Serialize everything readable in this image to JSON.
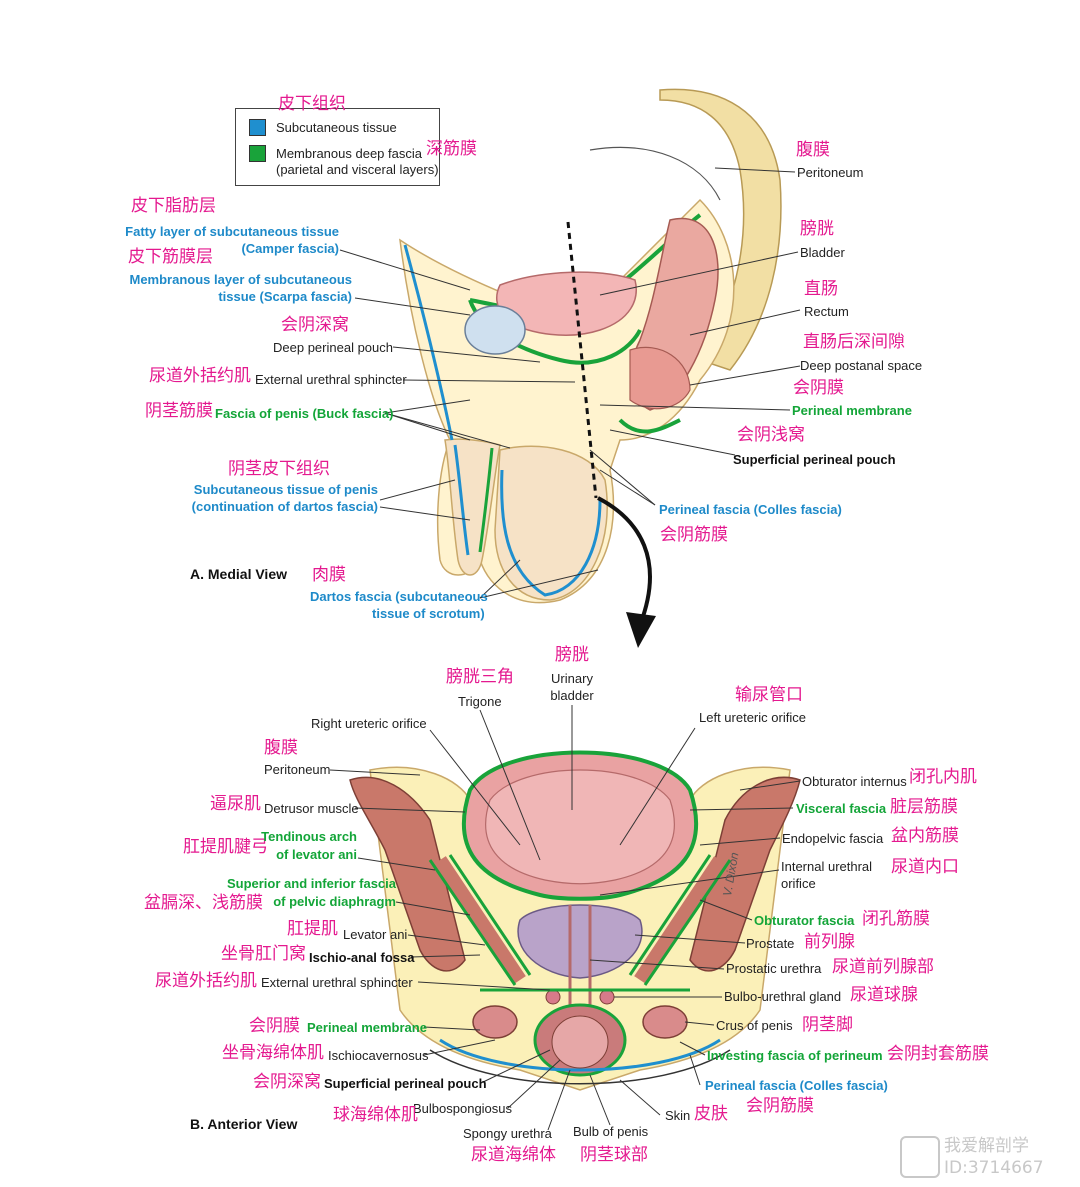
{
  "legend": {
    "items": [
      {
        "label": "Subcutaneous tissue",
        "zh": "皮下组织",
        "color": "#1f8fcf"
      },
      {
        "label": "Membranous deep fascia",
        "label2": "(parietal and visceral layers)",
        "zh": "深筋膜",
        "color": "#19a33a"
      }
    ]
  },
  "colors": {
    "subcutaneous": "#1f8fcf",
    "membranous": "#19a33a",
    "chinese": "#e4198f",
    "bladder": "#f3b6b6",
    "muscle": "#c9786a",
    "fat": "#fbf0b8"
  },
  "viewA": {
    "title": "A. Medial View",
    "labels": {
      "peritoneum": "Peritoneum",
      "peritoneum_zh": "腹膜",
      "bladder": "Bladder",
      "bladder_zh": "膀胱",
      "rectum": "Rectum",
      "rectum_zh": "直肠",
      "deep_postanal": "Deep postanal space",
      "deep_postanal_zh": "直肠后深间隙",
      "perineal_membrane": "Perineal membrane",
      "perineal_membrane_zh": "会阴膜",
      "superficial_pouch": "Superficial perineal pouch",
      "superficial_pouch_zh": "会阴浅窝",
      "colles": "Perineal fascia (Colles fascia)",
      "colles_zh": "会阴筋膜",
      "camper_1": "Fatty layer of subcutaneous tissue",
      "camper_2": "(Camper fascia)",
      "camper_zh": "皮下脂肪层",
      "scarpa_1": "Membranous layer of subcutaneous",
      "scarpa_2": "tissue (Scarpa fascia)",
      "scarpa_zh": "皮下筋膜层",
      "deep_pouch": "Deep perineal pouch",
      "deep_pouch_zh": "会阴深窝",
      "ext_sphincter": "External urethral sphincter",
      "ext_sphincter_zh": "尿道外括约肌",
      "buck": "Fascia of penis (Buck fascia)",
      "buck_zh": "阴茎筋膜",
      "subq_penis_1": "Subcutaneous tissue of penis",
      "subq_penis_2": "(continuation of dartos fascia)",
      "subq_penis_zh": "阴茎皮下组织",
      "dartos_1": "Dartos fascia (subcutaneous",
      "dartos_2": "tissue of scrotum)",
      "dartos_zh": "肉膜"
    }
  },
  "viewB": {
    "title": "B. Anterior View",
    "labels": {
      "urinary_bladder_1": "Urinary",
      "urinary_bladder_2": "bladder",
      "urinary_bladder_zh": "膀胱",
      "trigone": "Trigone",
      "trigone_zh": "膀胱三角",
      "left_ureteric": "Left ureteric orifice",
      "left_ureteric_zh": "输尿管口",
      "right_ureteric": "Right ureteric orifice",
      "peritoneum": "Peritoneum",
      "peritoneum_zh": "腹膜",
      "detrusor": "Detrusor muscle",
      "detrusor_zh": "逼尿肌",
      "tendinous_1": "Tendinous arch",
      "tendinous_2": "of levator ani",
      "tendinous_zh": "肛提肌腱弓",
      "pelvic_diaphragm_1": "Superior and inferior fascia",
      "pelvic_diaphragm_2": "of pelvic diaphragm",
      "pelvic_diaphragm_zh": "盆膈深、浅筋膜",
      "levator_ani": "Levator ani",
      "levator_ani_zh": "肛提肌",
      "ischioanal": "Ischio-anal fossa",
      "ischioanal_zh": "坐骨肛门窝",
      "ext_sphincter": "External urethral sphincter",
      "ext_sphincter_zh": "尿道外括约肌",
      "perineal_membrane": "Perineal membrane",
      "perineal_membrane_zh": "会阴膜",
      "ischiocavernosus": "Ischiocavernosus",
      "ischiocavernosus_zh": "坐骨海绵体肌",
      "superficial_pouch": "Superficial perineal pouch",
      "superficial_pouch_zh": "会阴深窝",
      "bulbospongiosus": "Bulbospongiosus",
      "bulbospongiosus_zh": "球海绵体肌",
      "spongy_urethra": "Spongy urethra",
      "spongy_urethra_zh": "尿道海绵体",
      "bulb_penis": "Bulb of penis",
      "bulb_penis_zh": "阴茎球部",
      "skin": "Skin",
      "skin_zh": "皮肤",
      "colles": "Perineal fascia (Colles fascia)",
      "colles_zh": "会阴筋膜",
      "investing": "Investing fascia of perineum",
      "investing_zh": "会阴封套筋膜",
      "crus": "Crus of penis",
      "crus_zh": "阴茎脚",
      "bulbourethral": "Bulbo-urethral gland",
      "bulbourethral_zh": "尿道球腺",
      "prostatic_urethra": "Prostatic urethra",
      "prostatic_urethra_zh": "尿道前列腺部",
      "prostate": "Prostate",
      "prostate_zh": "前列腺",
      "obturator_fascia": "Obturator fascia",
      "obturator_fascia_zh": "闭孔筋膜",
      "internal_orifice_1": "Internal urethral",
      "internal_orifice_2": "orifice",
      "internal_orifice_zh": "尿道内口",
      "endopelvic": "Endopelvic fascia",
      "endopelvic_zh": "盆内筋膜",
      "visceral": "Visceral fascia",
      "visceral_zh": "脏层筋膜",
      "obturator_internus": "Obturator internus",
      "obturator_internus_zh": "闭孔内肌"
    }
  },
  "signature": "V. Dixon",
  "watermark": {
    "line1": "我爱解剖学",
    "line2": "ID:3714667"
  }
}
